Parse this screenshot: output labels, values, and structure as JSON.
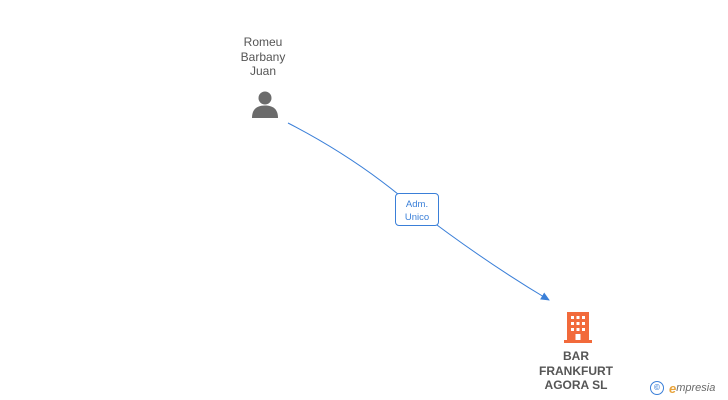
{
  "nodes": {
    "person": {
      "name_lines": [
        "Romeu",
        "Barbany",
        "Juan"
      ],
      "icon": "person-icon",
      "color": "#6b6b6b"
    },
    "company": {
      "name_lines": [
        "BAR",
        "FRANKFURT",
        "AGORA SL"
      ],
      "icon": "building-icon",
      "color": "#f26a3b"
    }
  },
  "edge": {
    "label_lines": [
      "Adm.",
      "Unico"
    ],
    "color": "#3a7fd8"
  },
  "watermark": {
    "symbol": "©",
    "brand_initial": "e",
    "brand_rest": "mpresia"
  }
}
